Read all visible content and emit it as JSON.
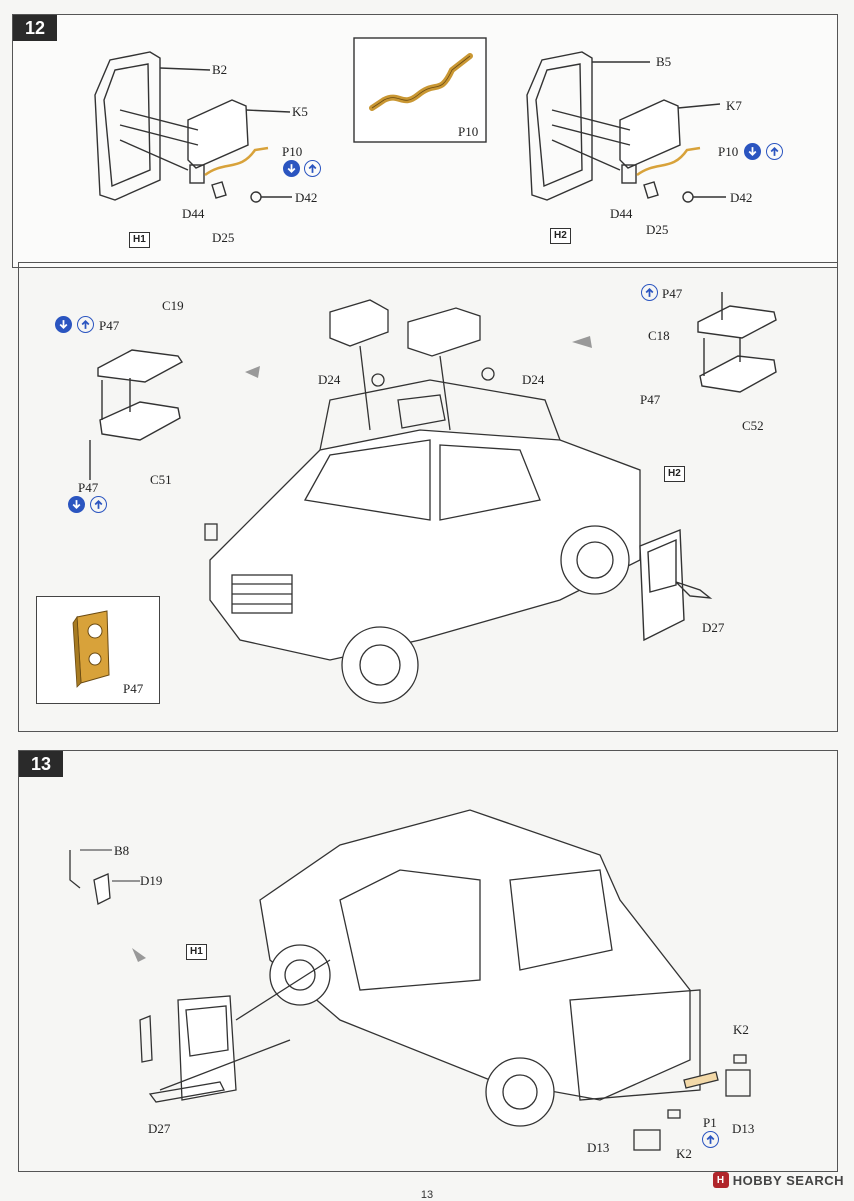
{
  "steps": [
    {
      "number": "12",
      "labels": [
        "B2",
        "K5",
        "P10",
        "D42",
        "D44",
        "D25",
        "B5",
        "K7",
        "P10",
        "D42",
        "D44",
        "D25",
        "P10"
      ],
      "tags": [
        "H1",
        "H2"
      ]
    },
    {
      "labels": [
        "C19",
        "P47",
        "C51",
        "P47",
        "D24",
        "D24",
        "P47",
        "C18",
        "P47",
        "C52",
        "D27",
        "P47"
      ],
      "tags": [
        "H2"
      ]
    },
    {
      "number": "13",
      "labels": [
        "B8",
        "D19",
        "D27",
        "K2",
        "P1",
        "D13",
        "D13",
        "K2"
      ],
      "tags": [
        "H1"
      ]
    }
  ],
  "page_number": "13",
  "watermark": "HOBBY SEARCH",
  "watermark_logo": "H",
  "colors": {
    "icon_blue": "#2b55c0",
    "photo_etch": "#d8a23a",
    "step_bg": "#2a2a2a"
  },
  "icons": [
    "fold-down-icon",
    "fold-up-icon"
  ]
}
